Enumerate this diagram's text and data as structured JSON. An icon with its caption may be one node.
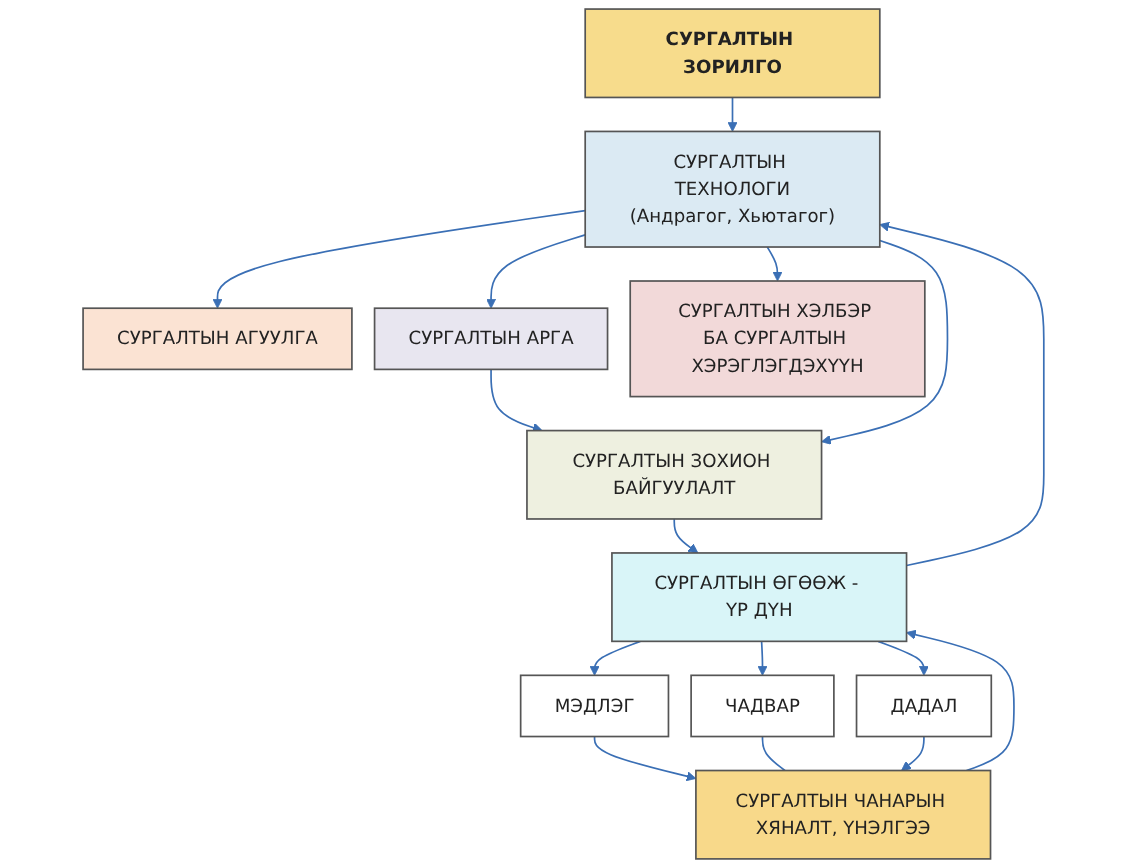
{
  "diagram": {
    "nodes": [
      {
        "text": [
          "СУРГАЛТЫН ЗОРИЛГО"
        ]
      },
      {
        "text": [
          "СУРГАЛТЫН ТЕХНОЛОГИ",
          "(Андрагог, Хьютагог)"
        ]
      },
      {
        "text": [
          "СУРГАЛТЫН АГУУЛГА"
        ]
      },
      {
        "text": [
          "СУРГАЛТЫН АРГА"
        ]
      },
      {
        "text": [
          "СУРГАЛТЫН ХЭЛБЭР БА СУРГАЛТЫН ХЭРЭГЛЭГДЭХҮҮН"
        ]
      },
      {
        "text": [
          "СУРГАЛТЫН ЗОХИОН БАЙГУУЛАЛТ"
        ]
      },
      {
        "text": [
          "СУРГАЛТЫН ӨГӨӨЖ - ҮР ДҮН"
        ]
      },
      {
        "text": [
          "МЭДЛЭГ"
        ]
      },
      {
        "text": [
          "ЧАДВАР"
        ]
      },
      {
        "text": [
          "ДАДАЛ"
        ]
      },
      {
        "text": [
          "СУРГАЛТЫН ЧАНАРЫН ХЯНАЛТ, ҮНЭЛГЭЭ"
        ]
      }
    ],
    "edges": [
      {
        "from": 0,
        "to": 1,
        "arrow": "to"
      },
      {
        "from": 1,
        "to": 2,
        "arrow": "to"
      },
      {
        "from": 1,
        "to": 3,
        "arrow": "to"
      },
      {
        "from": 1,
        "to": 4,
        "arrow": "to"
      },
      {
        "from": 3,
        "to": 5,
        "arrow": "to"
      },
      {
        "from": 1,
        "to": 5,
        "arrow": "to"
      },
      {
        "from": 5,
        "to": 6,
        "arrow": "to"
      },
      {
        "from": 6,
        "to": 1,
        "arrow": "to"
      },
      {
        "from": 6,
        "to": 7,
        "arrow": "to"
      },
      {
        "from": 6,
        "to": 8,
        "arrow": "to"
      },
      {
        "from": 6,
        "to": 9,
        "arrow": "to"
      },
      {
        "from": 7,
        "to": 10,
        "arrow": "to"
      },
      {
        "from": 8,
        "to": 10,
        "arrow": "none"
      },
      {
        "from": 9,
        "to": 10,
        "arrow": "to"
      },
      {
        "from": 10,
        "to": 6,
        "arrow": "to"
      }
    ]
  }
}
